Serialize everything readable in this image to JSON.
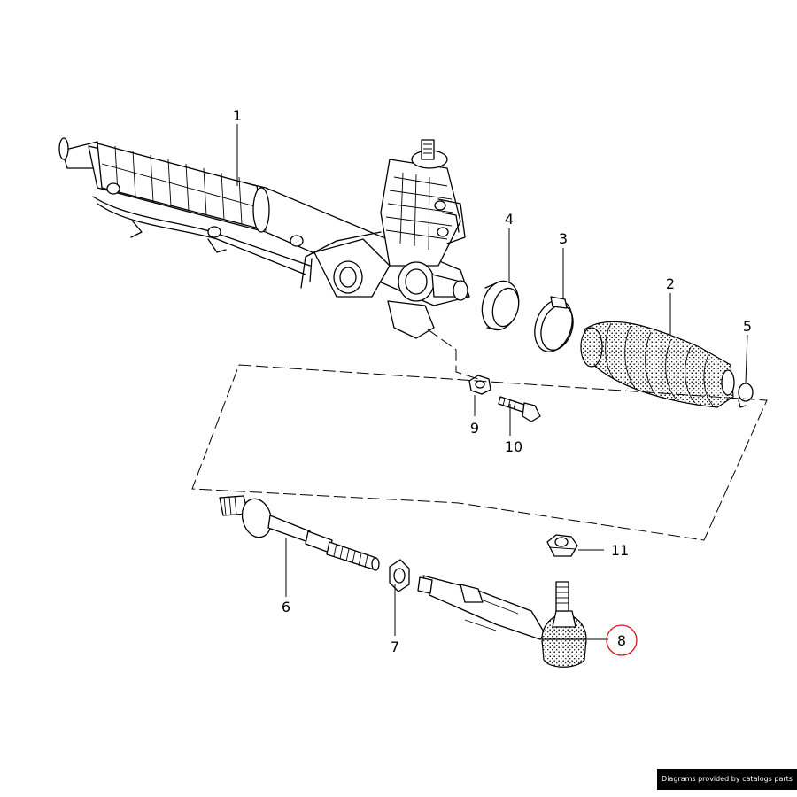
{
  "parts": [
    {
      "label": "1"
    },
    {
      "label": "2"
    },
    {
      "label": "3"
    },
    {
      "label": "4"
    },
    {
      "label": "5"
    },
    {
      "label": "6"
    },
    {
      "label": "7"
    },
    {
      "label": "8"
    },
    {
      "label": "9"
    },
    {
      "label": "10"
    },
    {
      "label": "11"
    }
  ],
  "highlighted_part": "8",
  "highlight_color": "#d9161c",
  "credit": "Diagrams provided by catalogs parts"
}
